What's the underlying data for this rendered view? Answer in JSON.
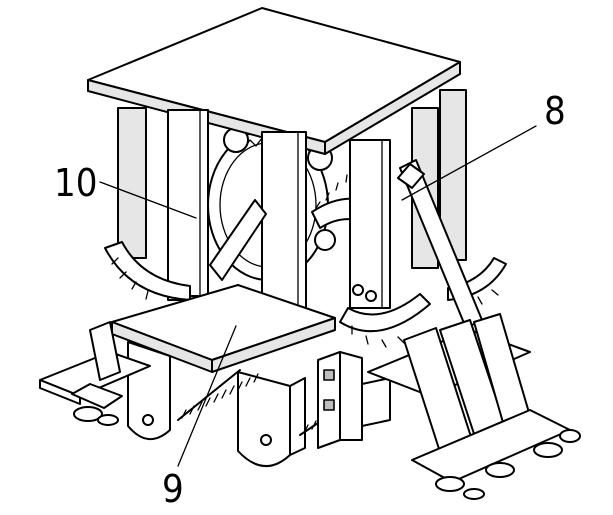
{
  "figure": {
    "callouts": [
      {
        "id": "label-8",
        "text": "8"
      },
      {
        "id": "label-10",
        "text": "10"
      },
      {
        "id": "label-9",
        "text": "9"
      }
    ]
  }
}
